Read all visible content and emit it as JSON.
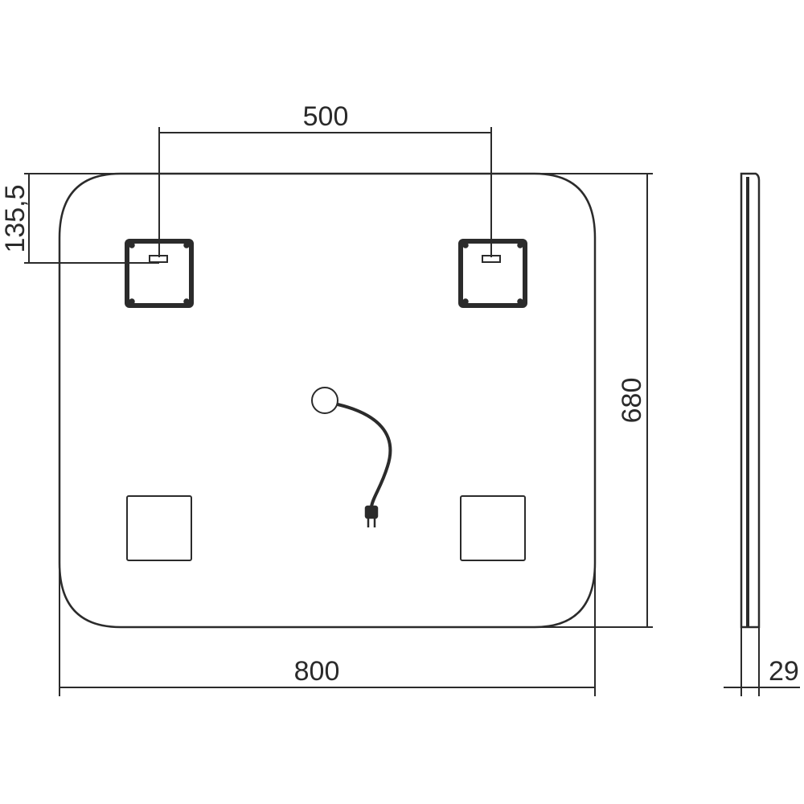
{
  "dimensions": {
    "bracket_spacing": "500",
    "top_offset": "135,5",
    "height": "680",
    "width": "800",
    "depth": "29"
  },
  "colors": {
    "line": "#2b2b2b",
    "background": "#ffffff"
  },
  "icons": {
    "cable_end": "plug-icon",
    "cable_entry": "circle-outlet"
  }
}
